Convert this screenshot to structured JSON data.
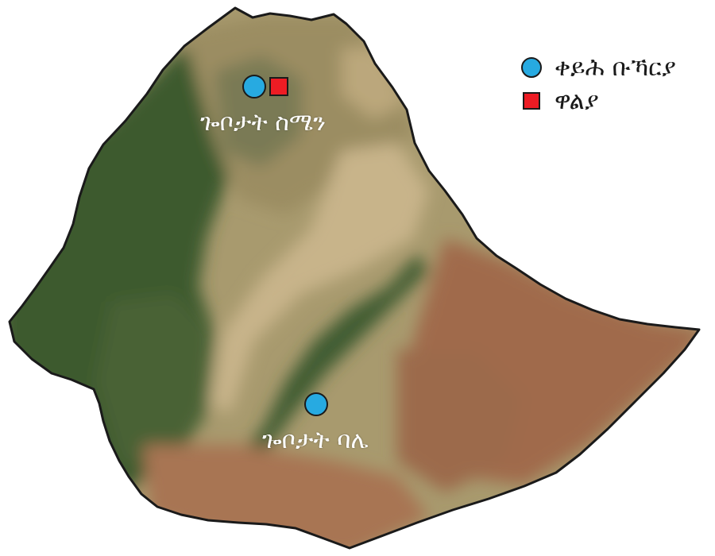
{
  "legend": {
    "items": [
      {
        "label": "ቀይሕ ቡኻርያ",
        "marker": "circle",
        "color": "#27aae1"
      },
      {
        "label": "ዋልያ",
        "marker": "square",
        "color": "#ed1c24"
      }
    ]
  },
  "map": {
    "labels": {
      "simien": "ጐቦታት ስሜን",
      "bale": "ጐቦታት ባሌ"
    },
    "colors": {
      "green": "#3d5a2e",
      "tan": "#a89a6e",
      "light_tan": "#bba77c",
      "orange_brown": "#a06a4c",
      "outline": "#1a1a1a"
    }
  }
}
